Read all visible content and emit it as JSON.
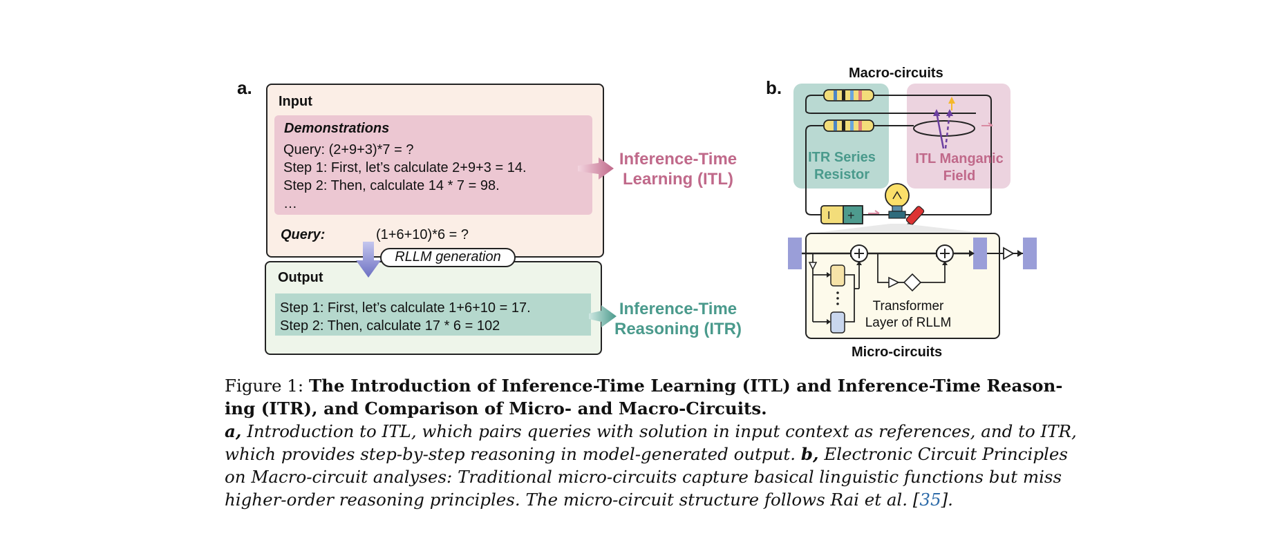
{
  "panel_a": {
    "label": "a.",
    "input_title": "Input",
    "demos_title": "Demonstrations",
    "demo_lines": [
      "Query: (2+9+3)*7 = ?",
      "Step 1: First, let’s calculate 2+9+3 = 14.",
      "Step 2: Then, calculate 14 * 7 = 98.",
      "…"
    ],
    "query_label": "Query:",
    "query_value": "(1+6+10)*6 = ?",
    "generation_label": "RLLM generation",
    "output_title": "Output",
    "output_lines": [
      "Step 1: First, let’s calculate 1+6+10 = 17.",
      "Step 2: Then, calculate 17 * 6 = 102"
    ],
    "itl_label": [
      "Inference-Time",
      "Learning (ITL)"
    ],
    "itr_label": [
      "Inference-Time",
      "Reasoning (ITR)"
    ]
  },
  "panel_b": {
    "label": "b.",
    "macro_title": "Macro-circuits",
    "itr_resistor": [
      "ITR Series",
      "Resistor"
    ],
    "itl_field": [
      "ITL Manganic",
      "Field"
    ],
    "transformer_label": [
      "Transformer",
      "Layer of RLLM"
    ],
    "micro_title": "Micro-circuits"
  },
  "caption": {
    "figure_label": "Figure 1:",
    "title_line1": "The Introduction of Inference-Time Learning (ITL) and Inference-Time Reason-",
    "title_line2": "ing (ITR), and Comparison of Micro- and Macro-Circuits.",
    "a_marker": "a,",
    "line3_text": "Introduction to ITL, which pairs queries with solution in input context as references, and to ITR,",
    "line4_text": "which provides step-by-step reasoning in model-generated output.",
    "b_marker": "b,",
    "line4_rest": "Electronic Circuit Principles",
    "line5_text": "on Macro-circuit analyses: Traditional micro-circuits capture basical linguistic functions but miss",
    "line6_text": "higher-order reasoning principles. The micro-circuit structure follows Rai et al. [",
    "citation": "35",
    "line6_end": "]."
  },
  "colors": {
    "itl_pink": "#c0698a",
    "itr_teal": "#4a9a8c",
    "macro_teal_bg": "#b9d9d2",
    "macro_pink_bg": "#ecd3df",
    "output_bg": "#eef5ea",
    "input_bg": "#fbeee6",
    "demo_bg": "#ecc7d2",
    "out_row_bg": "#b5d8cd",
    "block_purple": "#9a9ed8"
  }
}
